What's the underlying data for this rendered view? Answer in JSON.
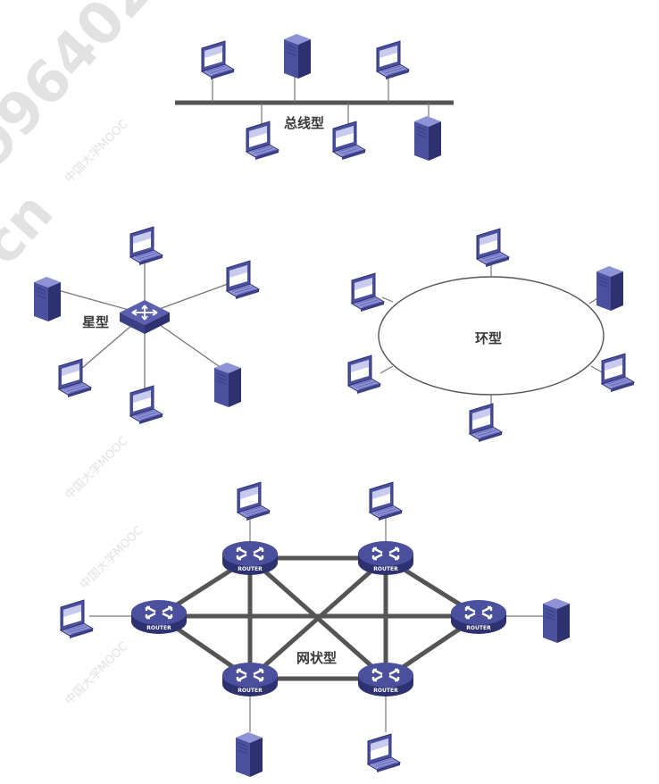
{
  "labels": {
    "bus": "总线型",
    "star": "星型",
    "ring": "环型",
    "mesh": "网状型"
  },
  "router_label": "ROUTER",
  "watermarks": {
    "big_digits": "996402",
    "big_cn": "cn",
    "small": "中国大学MOOC"
  },
  "colors": {
    "device_blue": "#4a4f9e",
    "device_dark": "#2e3170",
    "device_light": "#8e93d6",
    "line_gray": "#666666",
    "mesh_line": "#555555",
    "label_text": "#3a3a3a"
  }
}
